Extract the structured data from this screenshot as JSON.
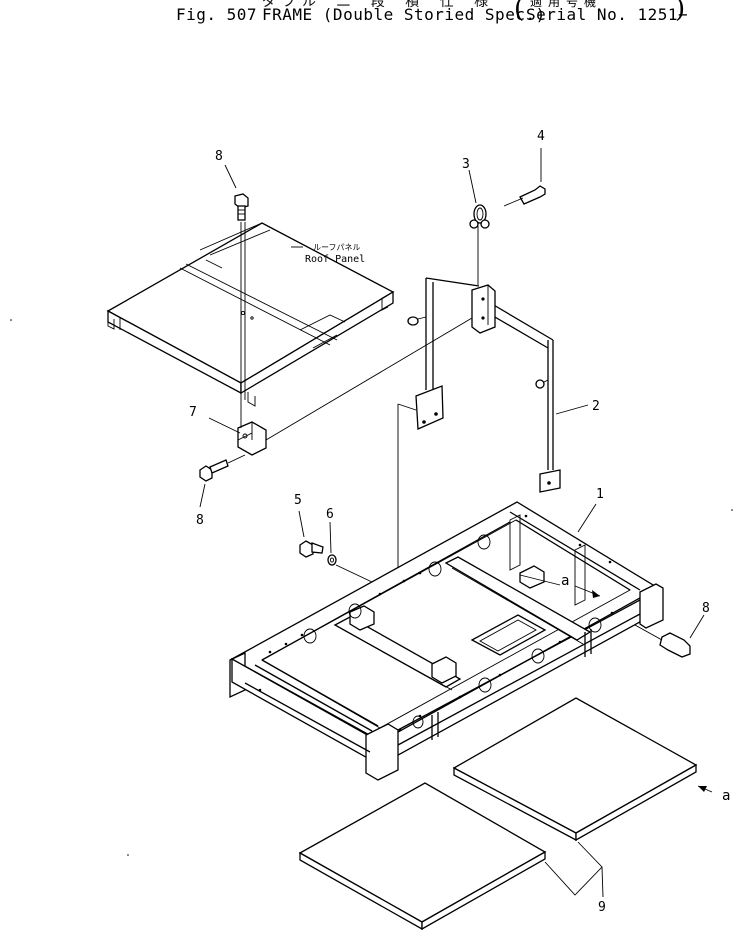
{
  "header": {
    "figure_label": "Fig. 507",
    "title": "FRAME (Double Storied Spec.)",
    "serial_jp": "適用号機",
    "serial": "Serial No. 1251−",
    "title_jp_fragment": "ダブル 二 段 積 仕 様"
  },
  "diagram": {
    "roof_panel_label_jp": "ルーフパネル",
    "roof_panel_label": "Roof Panel",
    "callouts": [
      "8",
      "3",
      "4",
      "7",
      "2",
      "8",
      "1",
      "5",
      "6",
      "8",
      "9"
    ],
    "view_marker": "a"
  }
}
